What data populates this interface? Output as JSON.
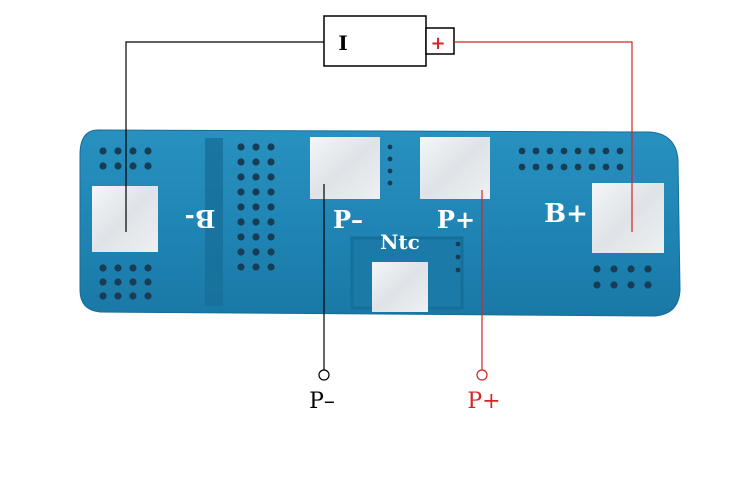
{
  "battery": {
    "negative_symbol": "I",
    "positive_symbol": "+"
  },
  "board": {
    "labels": {
      "b_minus": "B-",
      "p_minus": "P–",
      "p_plus": "P+",
      "ntc": "Ntc",
      "b_plus": "B+"
    }
  },
  "terminals": {
    "p_minus": "P–",
    "p_plus": "P+"
  },
  "colors": {
    "board": "#1f86b4",
    "board_dark": "#156f98",
    "pad": "#e9ecef",
    "hole": "#163a52",
    "wire_negative": "#000000",
    "wire_positive": "#d42525"
  }
}
